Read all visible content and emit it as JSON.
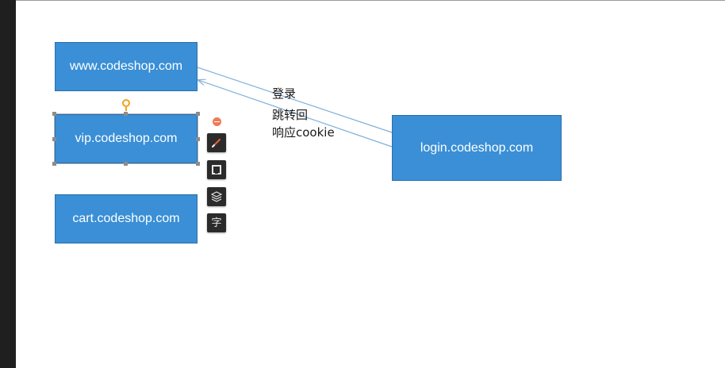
{
  "diagram": {
    "nodes": {
      "www": "www.codeshop.com",
      "vip": "vip.codeshop.com",
      "cart": "cart.codeshop.com",
      "login": "login.codeshop.com"
    },
    "edge_labels": {
      "login": "登录",
      "redirect_back": "跳转回",
      "respond_cookie": "响应cookie"
    }
  },
  "toolbar": {
    "text_glyph": "字"
  },
  "colors": {
    "node_fill": "#3a8fd6",
    "node_border": "#2b6fa9",
    "connector": "#7fb0dc",
    "tool_bg": "#2b2b2b",
    "remove": "#f07a55",
    "rotate_handle": "#f0a020"
  }
}
